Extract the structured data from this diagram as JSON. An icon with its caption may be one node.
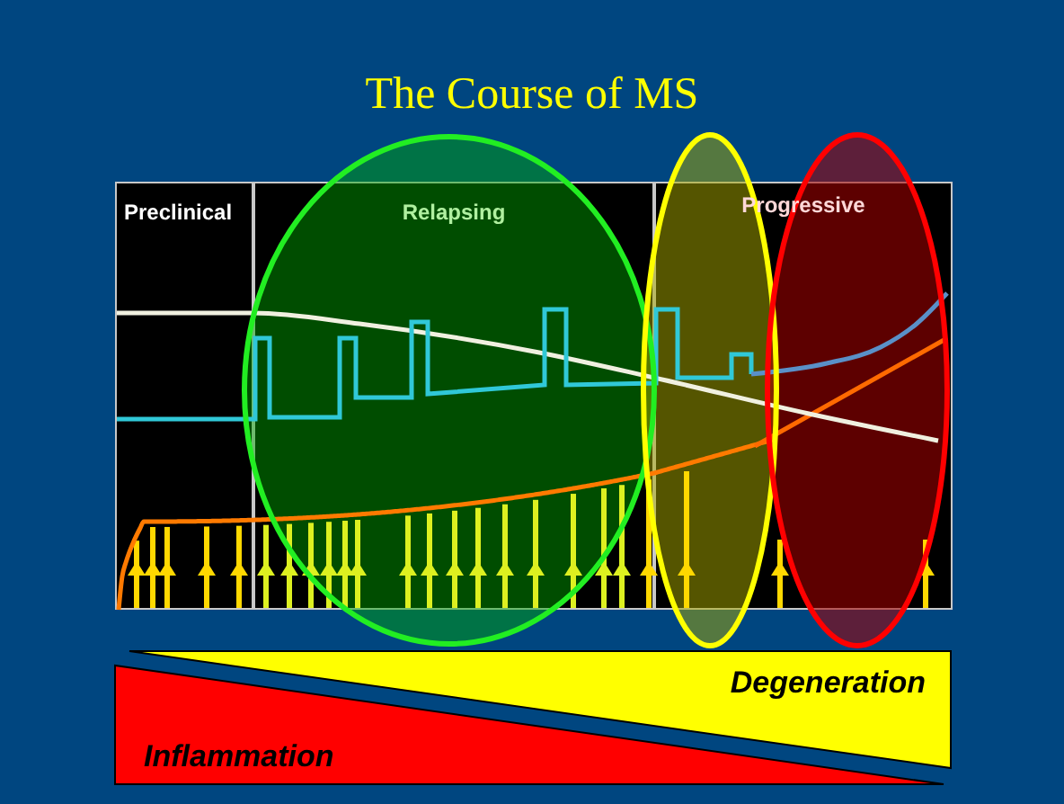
{
  "diagram": {
    "title": "The Course of MS",
    "nodes": [
      {
        "text": [
          "Preclinical"
        ]
      },
      {
        "text": [
          "Relapsing"
        ]
      },
      {
        "text": [
          "Progressive"
        ]
      }
    ],
    "labels": [
      "Degeneration",
      "Inflammation"
    ]
  }
}
